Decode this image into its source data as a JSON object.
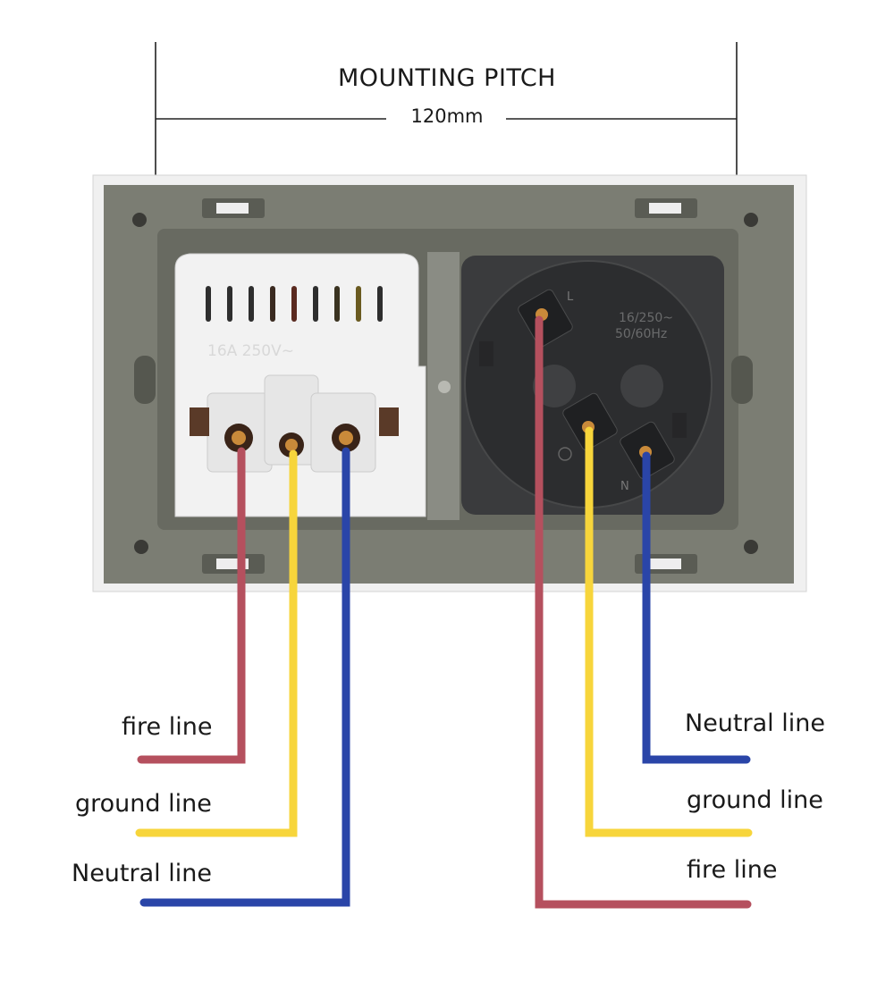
{
  "header": {
    "title": "MOUNTING PITCH",
    "pitch": "120mm"
  },
  "device": {
    "left_module_marking": "16A 250V~",
    "right_module_marking_line1": "16/250~",
    "right_module_marking_line2": "50/60Hz",
    "terminal_L": "L",
    "terminal_N": "N"
  },
  "wire_colors": {
    "fire": "#b5505e",
    "ground": "#f7d53b",
    "neutral": "#2a45a8"
  },
  "labels": {
    "left_fire": "fire line",
    "left_ground": "ground line",
    "left_neutral": "Neutral line",
    "right_neutral": "Neutral line",
    "right_ground": "ground line",
    "right_fire": "fire line"
  }
}
